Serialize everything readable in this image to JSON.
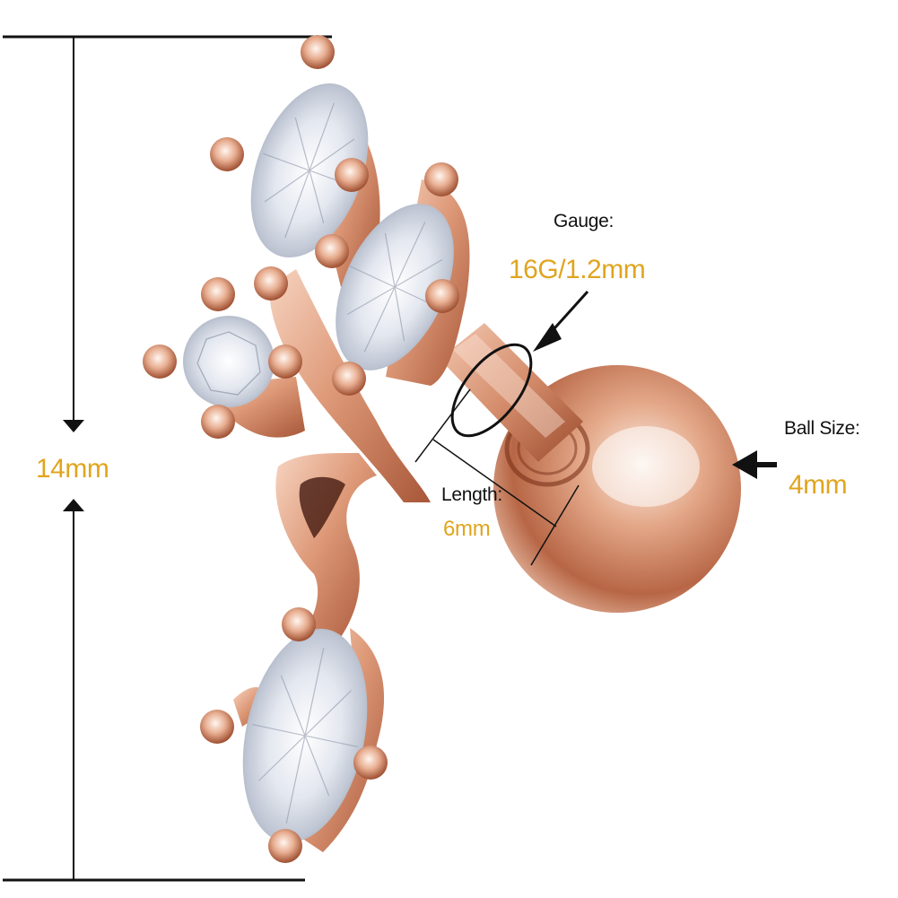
{
  "diagram": {
    "subject": "rose gold cartilage tragus barbell with marquise and round crystal leaf dangle",
    "colors": {
      "accent_gold": "#E0A51E",
      "line": "#111111",
      "metal_light": "#F6D2BF",
      "metal_mid": "#D98E6B",
      "metal_dark": "#8A3E22",
      "gem_light": "#F4F6FA",
      "gem_shade": "#9AA3B5"
    },
    "dimensions": {
      "height": {
        "value": "14mm",
        "orientation": "vertical"
      },
      "gauge": {
        "label": "Gauge:",
        "value": "16G/1.2mm"
      },
      "length": {
        "label": "Length:",
        "value": "6mm"
      },
      "ball_size": {
        "label": "Ball Size:",
        "value": "4mm"
      }
    },
    "components": [
      {
        "name": "marquise-crystal-top",
        "shape": "marquise"
      },
      {
        "name": "marquise-crystal-middle",
        "shape": "marquise"
      },
      {
        "name": "round-crystal",
        "shape": "round"
      },
      {
        "name": "marquise-crystal-dangle",
        "shape": "marquise"
      },
      {
        "name": "barbell-post",
        "shape": "bar"
      },
      {
        "name": "ball-end",
        "shape": "sphere"
      }
    ]
  }
}
